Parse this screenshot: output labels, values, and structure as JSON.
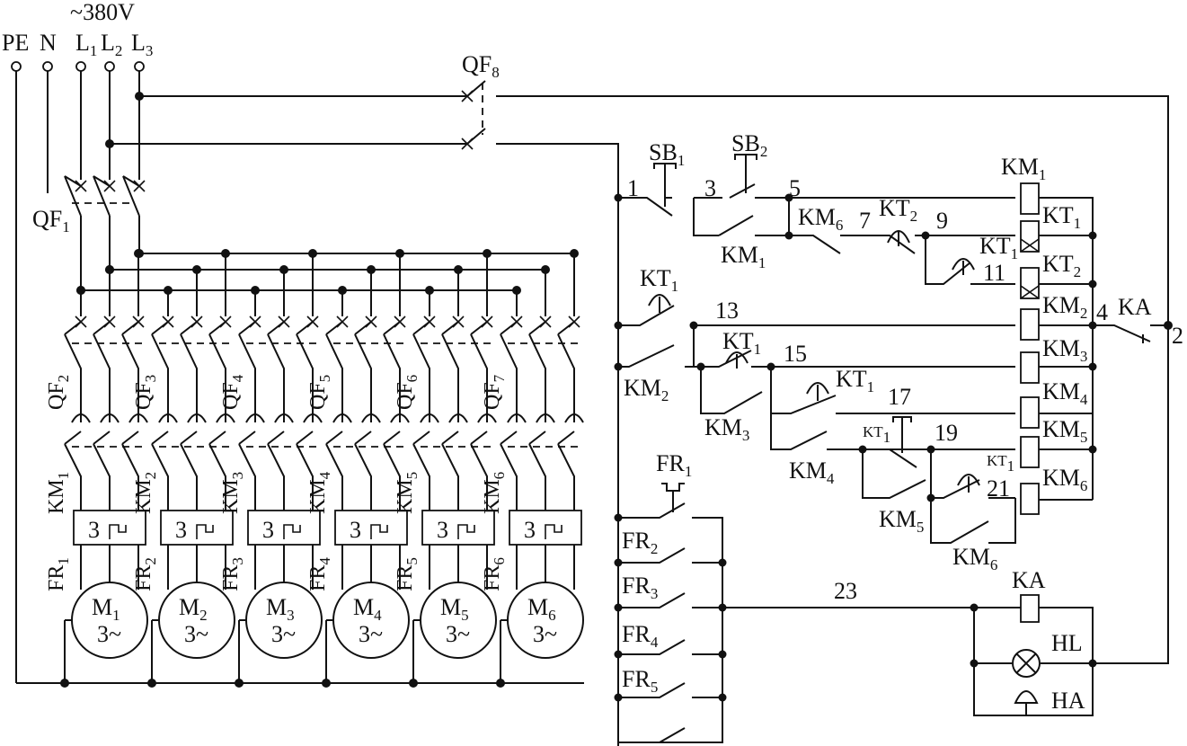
{
  "supply": {
    "voltage": "~380V",
    "terminals": [
      "PE",
      "N",
      "L",
      "L",
      "L"
    ],
    "phase_subs": [
      "1",
      "2",
      "3"
    ]
  },
  "breakers": {
    "main": {
      "base": "QF",
      "sub": "1"
    },
    "control": {
      "base": "QF",
      "sub": "8"
    },
    "branches": [
      {
        "base": "QF",
        "sub": "2"
      },
      {
        "base": "QF",
        "sub": "3"
      },
      {
        "base": "QF",
        "sub": "4"
      },
      {
        "base": "QF",
        "sub": "5"
      },
      {
        "base": "QF",
        "sub": "6"
      },
      {
        "base": "QF",
        "sub": "7"
      }
    ]
  },
  "contactors": [
    {
      "base": "KM",
      "sub": "1"
    },
    {
      "base": "KM",
      "sub": "2"
    },
    {
      "base": "KM",
      "sub": "3"
    },
    {
      "base": "KM",
      "sub": "4"
    },
    {
      "base": "KM",
      "sub": "5"
    },
    {
      "base": "KM",
      "sub": "6"
    }
  ],
  "relays": [
    {
      "base": "FR",
      "sub": "1"
    },
    {
      "base": "FR",
      "sub": "2"
    },
    {
      "base": "FR",
      "sub": "3"
    },
    {
      "base": "FR",
      "sub": "4"
    },
    {
      "base": "FR",
      "sub": "5"
    },
    {
      "base": "FR",
      "sub": "6"
    }
  ],
  "relay_box_text": "3",
  "motors": [
    {
      "base": "M",
      "sub": "1",
      "phase": "3~"
    },
    {
      "base": "M",
      "sub": "2",
      "phase": "3~"
    },
    {
      "base": "M",
      "sub": "3",
      "phase": "3~"
    },
    {
      "base": "M",
      "sub": "4",
      "phase": "3~"
    },
    {
      "base": "M",
      "sub": "5",
      "phase": "3~"
    },
    {
      "base": "M",
      "sub": "6",
      "phase": "3~"
    }
  ],
  "control": {
    "buttons": [
      {
        "base": "SB",
        "sub": "1"
      },
      {
        "base": "SB",
        "sub": "2"
      }
    ],
    "timers": [
      {
        "base": "KT",
        "sub": "1"
      },
      {
        "base": "KT",
        "sub": "2"
      }
    ],
    "alarm_relay": "KA",
    "lamp": "HL",
    "buzzer": "HA",
    "nodes": [
      "1",
      "3",
      "5",
      "7",
      "9",
      "11",
      "13",
      "15",
      "17",
      "19",
      "21",
      "23",
      "4",
      "2"
    ]
  }
}
